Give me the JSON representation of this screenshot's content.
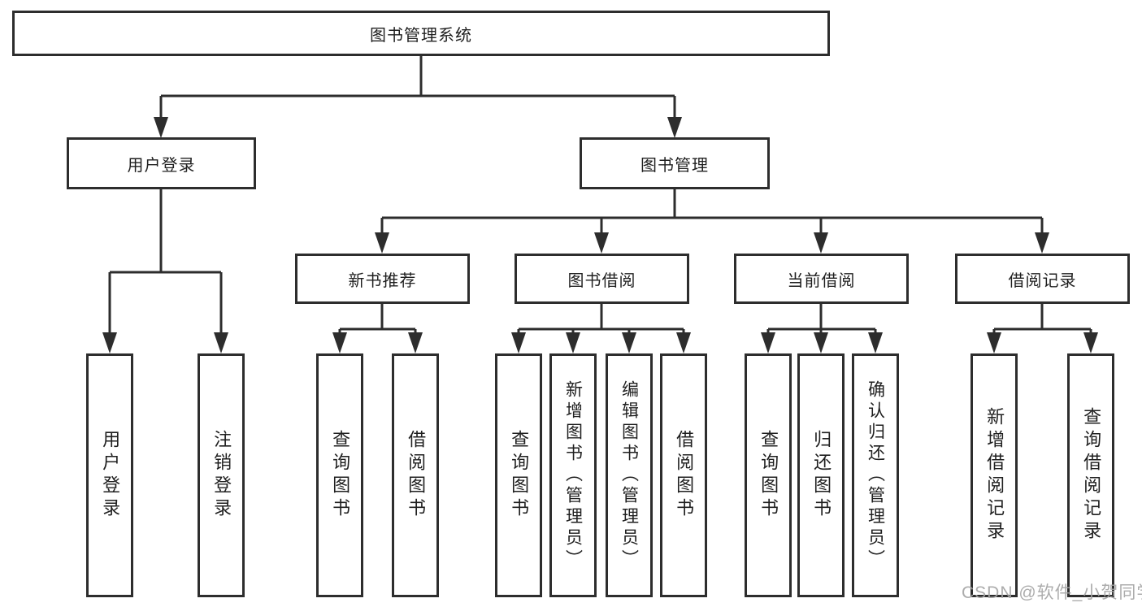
{
  "tree": {
    "root": {
      "label": "图书管理系统"
    },
    "l2": [
      {
        "label": "用户登录",
        "children": [
          {
            "label": "用户登录"
          },
          {
            "label": "注销登录"
          }
        ]
      },
      {
        "label": "图书管理",
        "children": [
          {
            "label": "新书推荐",
            "children": [
              {
                "label": "查询图书"
              },
              {
                "label": "借阅图书"
              }
            ]
          },
          {
            "label": "图书借阅",
            "children": [
              {
                "label": "查询图书"
              },
              {
                "label": "新增图书（管理员）"
              },
              {
                "label": "编辑图书（管理员）"
              },
              {
                "label": "借阅图书"
              }
            ]
          },
          {
            "label": "当前借阅",
            "children": [
              {
                "label": "查询图书"
              },
              {
                "label": "归还图书"
              },
              {
                "label": "确认归还（管理员）"
              }
            ]
          },
          {
            "label": "借阅记录",
            "children": [
              {
                "label": "新增借阅记录"
              },
              {
                "label": "查询借阅记录"
              }
            ]
          }
        ]
      }
    ]
  },
  "watermark": {
    "text": "CSDN @软件_小贺同学"
  },
  "colors": {
    "line": "#2d2d2d",
    "box_border": "#2d2d2d",
    "text": "#1f1f1f",
    "watermark": "#a5a5a5",
    "background": "#ffffff"
  }
}
